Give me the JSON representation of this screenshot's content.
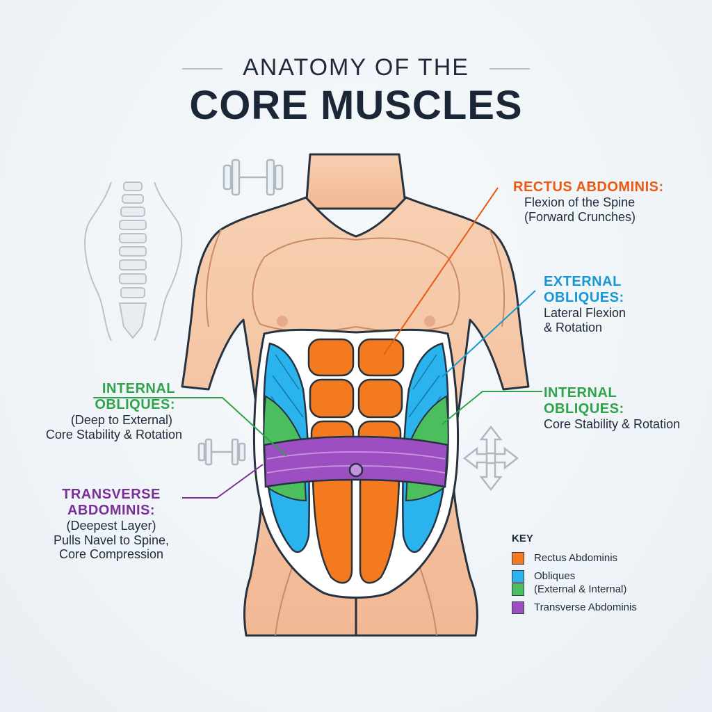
{
  "title": {
    "line1": "ANATOMY OF THE",
    "line2": "CORE MUSCLES"
  },
  "labels": {
    "rectus": {
      "head": "RECTUS ABDOMINIS:",
      "desc1": "Flexion of the Spine",
      "desc2": "(Forward Crunches)"
    },
    "external": {
      "head1": "EXTERNAL",
      "head2": "OBLIQUES:",
      "desc1": "Lateral Flexion",
      "desc2": "& Rotation"
    },
    "internal_right": {
      "head1": "INTERNAL",
      "head2": "OBLIQUES:",
      "desc1": "Core Stability & Rotation"
    },
    "internal_left": {
      "head1": "INTERNAL",
      "head2": "OBLIQUES:",
      "desc1": "(Deep to External)",
      "desc2": "Core Stability & Rotation"
    },
    "transverse": {
      "head1": "TRANSVERSE",
      "head2": "ABDOMINIS:",
      "desc1": "(Deepest Layer)",
      "desc2": "Pulls Navel to Spine,",
      "desc3": "Core Compression"
    }
  },
  "key": {
    "title": "KEY",
    "items": [
      {
        "label": "Rectus Abdominis",
        "color": "#f47a1f"
      },
      {
        "label": "Obliques",
        "color": "#2bb3ee"
      },
      {
        "label": "(External & Internal)",
        "color": "#4cbe5e"
      },
      {
        "label": "Transverse Abdominis",
        "color": "#9b4fc1"
      }
    ]
  },
  "colors": {
    "rectus": "#f47a1f",
    "obliques": "#2bb3ee",
    "internal": "#4cbe5e",
    "transverse": "#9b4fc1",
    "skin": "#f5c6a5",
    "outline": "#26323f"
  },
  "icons": [
    "dumbbell-icon",
    "spine-icon",
    "move-arrows-icon"
  ]
}
